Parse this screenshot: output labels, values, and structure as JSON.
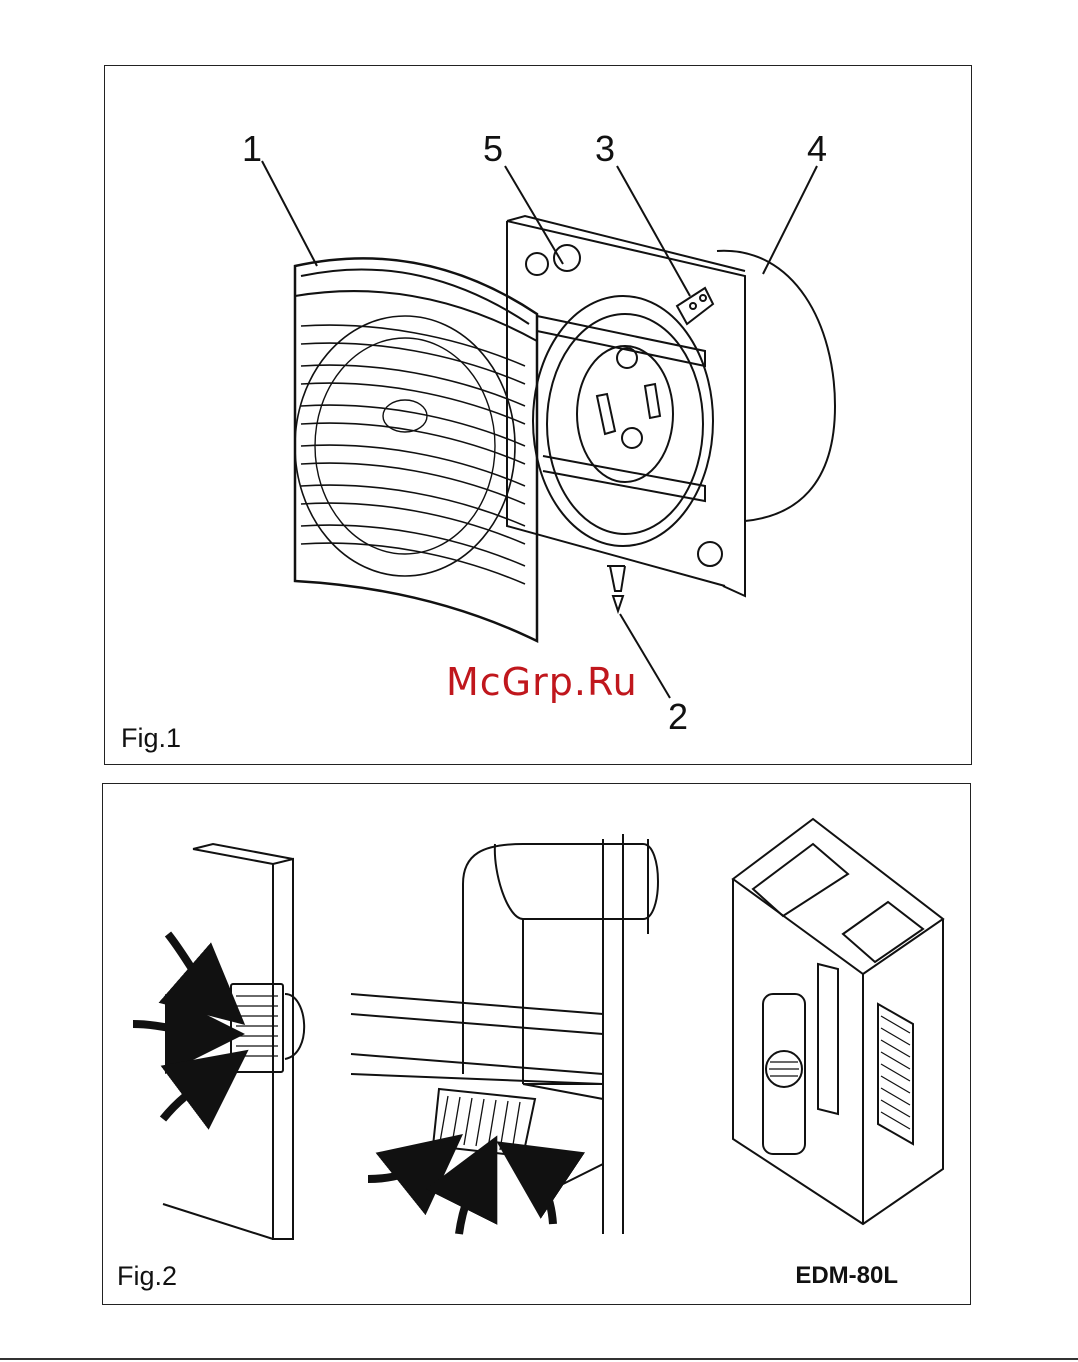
{
  "fig1": {
    "caption": "Fig.1",
    "callouts": [
      "1",
      "5",
      "3",
      "4",
      "2"
    ]
  },
  "fig2": {
    "caption": "Fig.2",
    "model": "EDM-80L"
  },
  "watermark": "McGrp.Ru",
  "icons": [
    "grille-cover",
    "fan-body",
    "screw",
    "arrow"
  ]
}
